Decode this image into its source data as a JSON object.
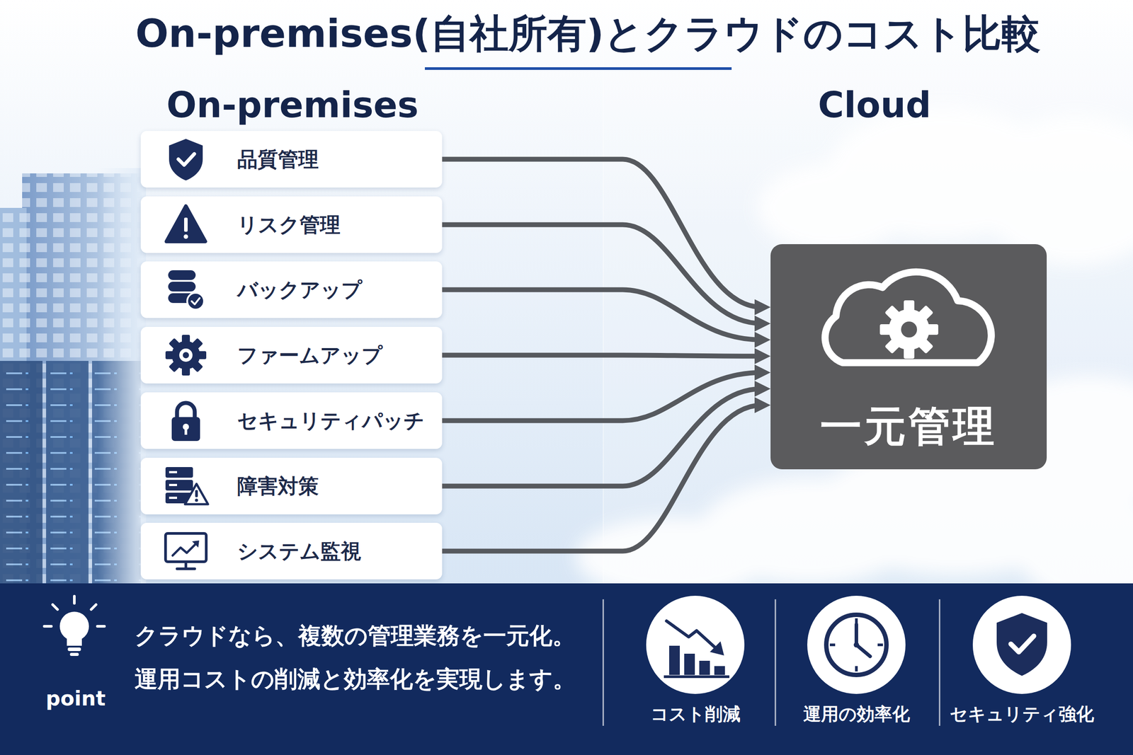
{
  "diagram": {
    "title": "On-premises(自社所有)とクラウドのコスト比較",
    "nodes": [
      {
        "text": [
          "品質管理"
        ]
      },
      {
        "text": [
          "リスク管理"
        ]
      },
      {
        "text": [
          "バックアップ"
        ]
      },
      {
        "text": [
          "ファームアップ"
        ]
      },
      {
        "text": [
          "セキュリティパッチ"
        ]
      },
      {
        "text": [
          "障害対策"
        ]
      },
      {
        "text": [
          "システム監視"
        ]
      },
      {
        "text": [
          "一元管理"
        ]
      },
      {
        "text": [
          "point",
          "クラウドなら、複数の管理業務を一元化。 運用コストの削減と効率化を実現します。",
          "コスト削減",
          "運用の効率化",
          "セキュリティ強化"
        ]
      }
    ],
    "edges": [
      {
        "from": 0,
        "to": 7,
        "arrow": "to"
      },
      {
        "from": 1,
        "to": 7,
        "arrow": "to"
      },
      {
        "from": 2,
        "to": 7,
        "arrow": "to"
      },
      {
        "from": 3,
        "to": 7,
        "arrow": "to"
      },
      {
        "from": 4,
        "to": 7,
        "arrow": "to"
      },
      {
        "from": 5,
        "to": 7,
        "arrow": "to"
      },
      {
        "from": 6,
        "to": 7,
        "arrow": "to"
      }
    ],
    "labels": [
      "On-premises",
      "Cloud"
    ]
  }
}
